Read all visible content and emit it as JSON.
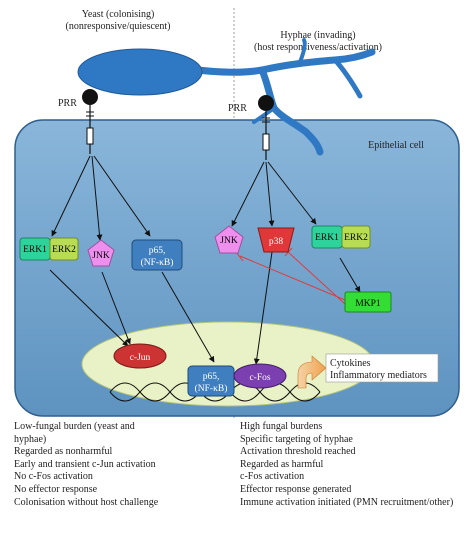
{
  "headers": {
    "yeast_line1": "Yeast (colonising)",
    "yeast_line2": "(nonresponsive/quiescent)",
    "hyphae_line1": "Hyphae (invading)",
    "hyphae_line2": "(host responsiveness/activation)"
  },
  "labels": {
    "prr_left": "PRR",
    "prr_right": "PRR",
    "epithelial_cell": "Epithelial cell"
  },
  "nodes": {
    "erk1_left": "ERK1",
    "erk2_left": "ERK2",
    "jnk_left": "JNK",
    "p65_left_line1": "p65,",
    "p65_left_line2": "(NF-κB)",
    "jnk_right": "JNK",
    "p38": "p38",
    "erk1_right": "ERK1",
    "erk2_right": "ERK2",
    "mkp1": "MKP1",
    "cjun": "c-Jun",
    "p65_nucleus_line1": "p65,",
    "p65_nucleus_line2": "(NF-κB)",
    "cfos": "c-Fos"
  },
  "output": {
    "line1": "Cytokines",
    "line2": "Inflammatory mediators"
  },
  "left_list": [
    "Low-fungal burden (yeast and",
    "hyphae)",
    "Regarded as nonharmful",
    "Early and transient c-Jun activation",
    "No c-Fos activation",
    "No effector response",
    "Colonisation without host challenge"
  ],
  "right_list": [
    "High fungal burdens",
    "Specific targeting of hyphae",
    "Activation threshold reached",
    "Regarded as harmful",
    "c-Fos activation",
    "Effector response generated",
    "Immune activation initiated (PMN recruitment/other)"
  ],
  "colors": {
    "cell_fill": "#6fa3cc",
    "cell_stroke": "#2f5f8f",
    "fungus": "#2f78c4",
    "erk1": "#2dd39a",
    "erk2": "#b8dd55",
    "jnk": "#ee8fee",
    "p65": "#3f7fc0",
    "p38": "#e03838",
    "mkp1": "#33dd33",
    "cjun": "#cc3333",
    "cfos": "#7b3fb0",
    "nucleus": "#e9f1c6",
    "inhibition": "#e23a3a"
  }
}
